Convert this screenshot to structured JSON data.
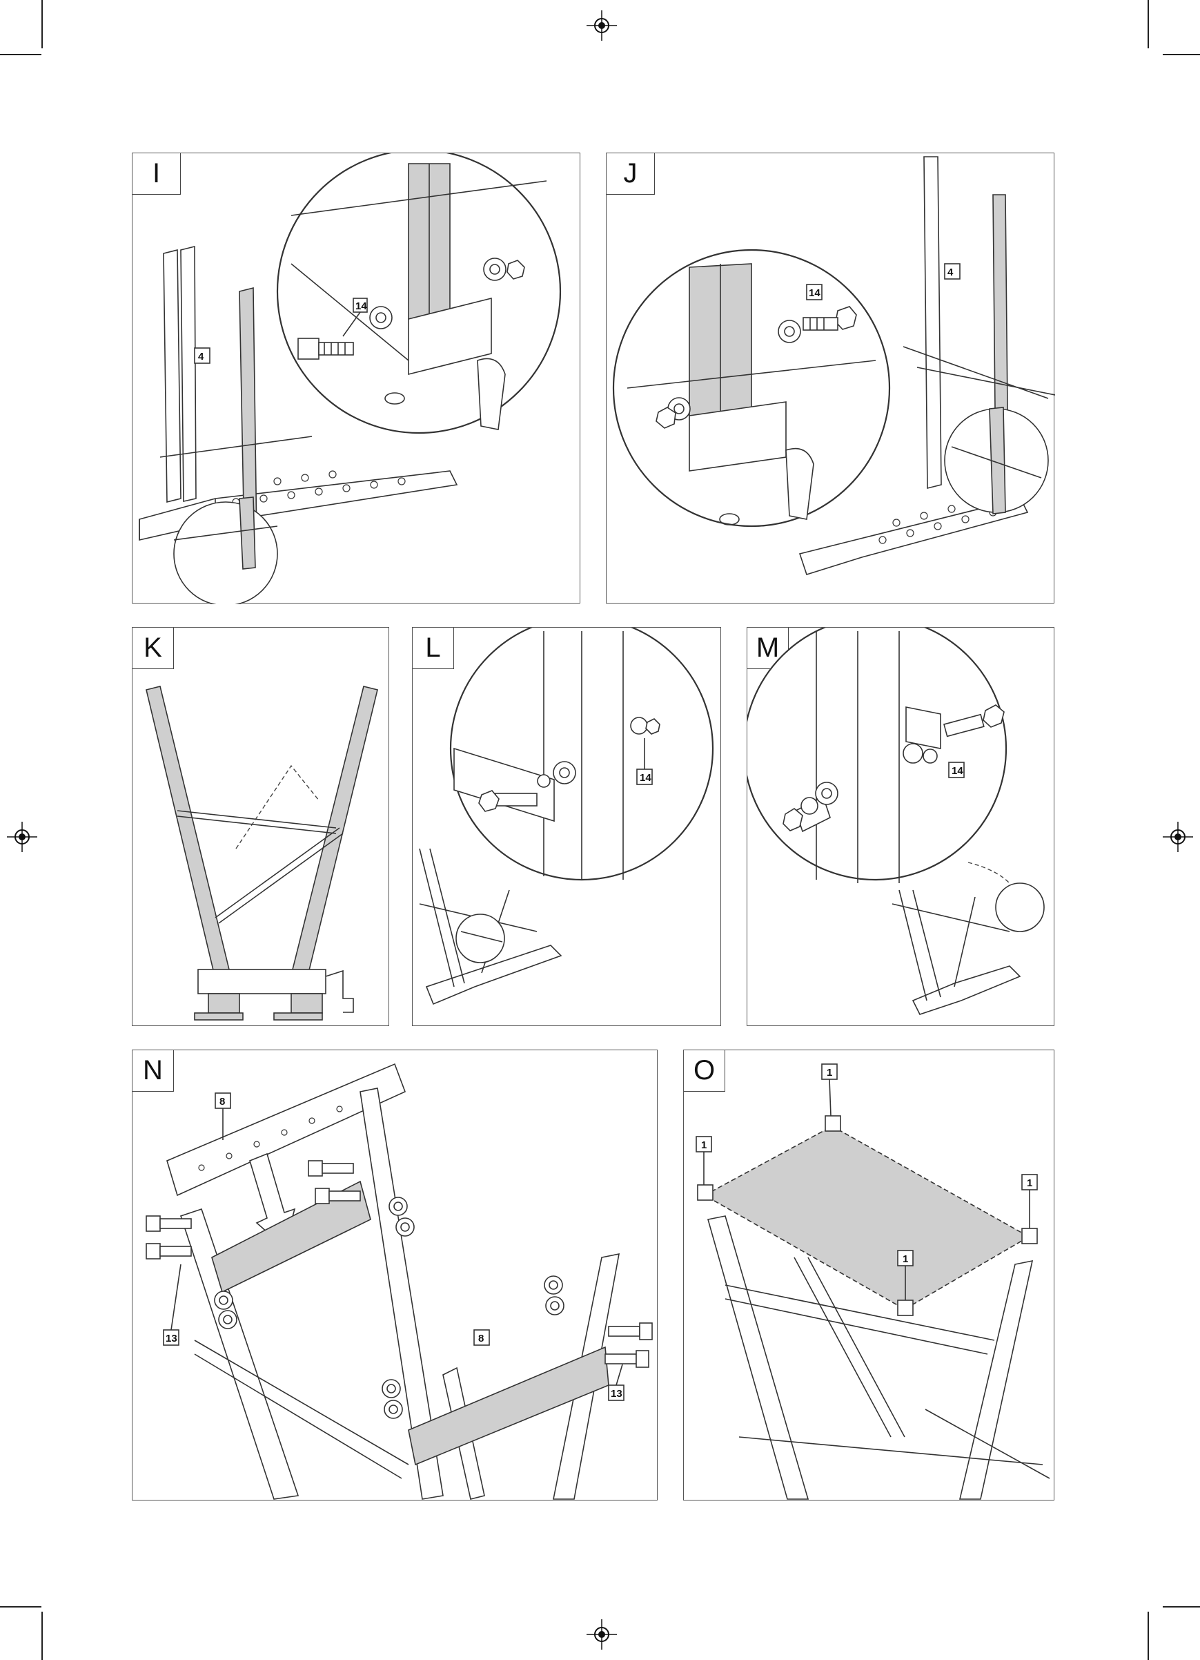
{
  "panels": [
    {
      "id": "I",
      "letter": "I",
      "tags": [
        "14",
        "4"
      ]
    },
    {
      "id": "J",
      "letter": "J",
      "tags": [
        "14",
        "4"
      ]
    },
    {
      "id": "K",
      "letter": "K",
      "tags": []
    },
    {
      "id": "L",
      "letter": "L",
      "tags": [
        "14"
      ]
    },
    {
      "id": "M",
      "letter": "M",
      "tags": [
        "14"
      ]
    },
    {
      "id": "N",
      "letter": "N",
      "tags": [
        "8",
        "13",
        "8",
        "13"
      ]
    },
    {
      "id": "O",
      "letter": "O",
      "tags": [
        "1",
        "1",
        "1",
        "1"
      ]
    }
  ],
  "colors": {
    "line": "#333333",
    "fill_grey": "#cfcfcf",
    "border": "#555555"
  }
}
